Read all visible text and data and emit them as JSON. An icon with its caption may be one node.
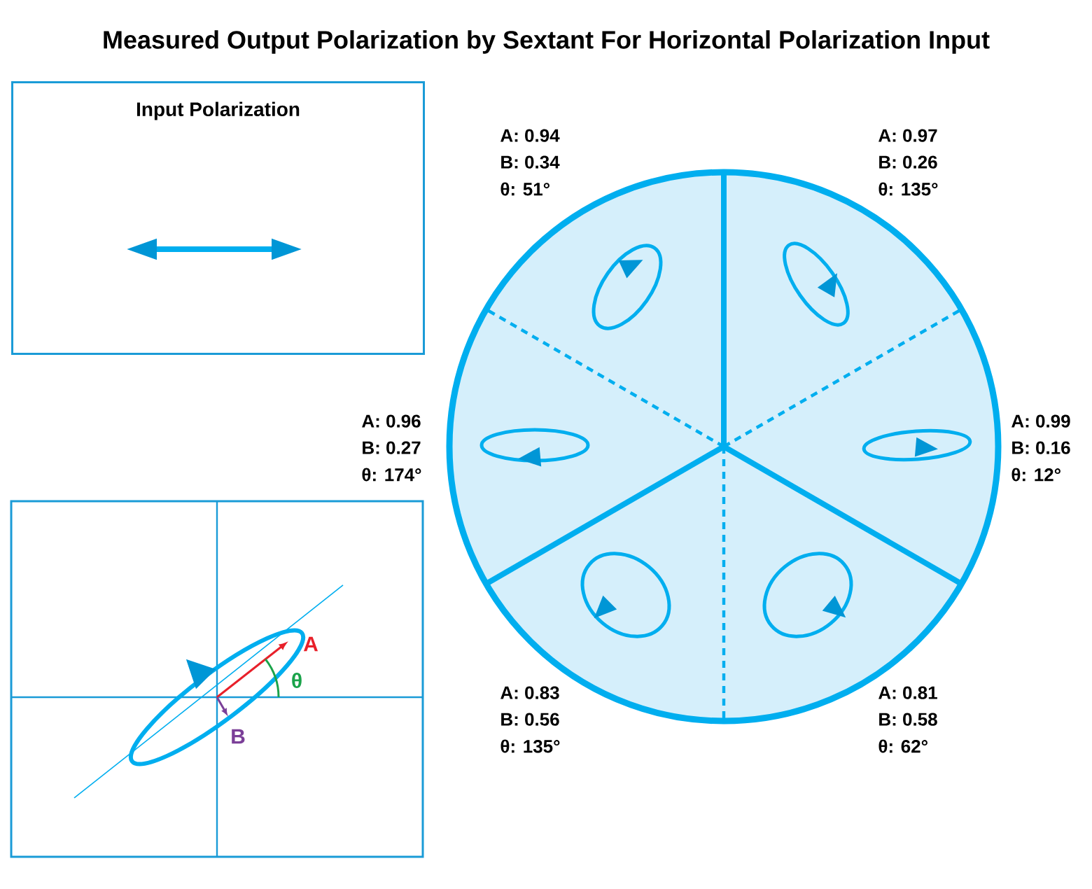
{
  "diagram": {
    "title": "Measured Output Polarization by Sextant For Horizontal Polarization Input",
    "nodes": [
      {
        "text": [
          "Input Polarization"
        ]
      }
    ],
    "labels": [
      "A: 0.94",
      "B: 0.34",
      "θ: 51°",
      "A: 0.97",
      "B: 0.26",
      "θ: 135°",
      "A: 0.96",
      "B: 0.27",
      "θ: 174°",
      "A: 0.99",
      "B: 0.16",
      "θ: 12°",
      "A: 0.83",
      "B: 0.56",
      "θ: 135°",
      "A: 0.81",
      "B: 0.58",
      "θ: 62°",
      "A",
      "θ",
      "B"
    ]
  }
}
